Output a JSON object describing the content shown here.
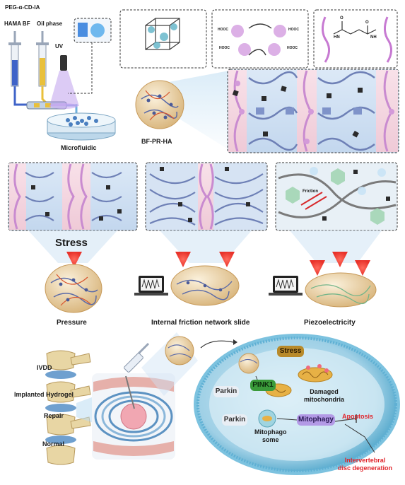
{
  "labels": {
    "peg_cd_ia": "PEG-α-CD-IA",
    "hama_bf": "HAMA BF",
    "oil_phase": "Oil phase",
    "uv": "UV",
    "microfluidic": "Microfluidic",
    "bf_pr_ha": "BF-PR-HA",
    "cooh": "HOOC",
    "cooh_r": "HOOC",
    "nh": "NH",
    "hn": "HN",
    "o": "O",
    "stress_top": "Stress",
    "pressure": "Pressure",
    "internal_friction": "Internal friction network slide",
    "piezoelectricity": "Piezoelectricity",
    "friction": "Friction",
    "ivdd": "IVDD",
    "implanted_hydrogel": "Implanted Hydrogel",
    "repair": "Repair",
    "normal": "Normal",
    "stress_cell": "Stress",
    "pink1": "PINK1",
    "parkin_1": "Parkin",
    "parkin_2": "Parkin",
    "damaged_mito": "Damaged\nmitochondria",
    "mitophagy": "Mitophagy",
    "mitophagosome": "Mitophago\nsome",
    "apoptosis": "Apoptosis",
    "ivd_degeneration": "Intervertebral\ndisc degeneration"
  },
  "colors": {
    "blue_panel": "#cfe0f2",
    "pink_panel": "#f5d9e2",
    "navy_node": "#5f6fa8",
    "purple_node": "#c98bd0",
    "hydrogel_bead": "#e8d3a8",
    "cell_body": "#2f8fb8",
    "cell_membrane": "#a9d9ec",
    "red_text": "#e0242b",
    "stress_tag": "#b88a2a",
    "pink1_tag": "#3a9a3a",
    "mitophagy_tag": "#9a7ad6"
  }
}
